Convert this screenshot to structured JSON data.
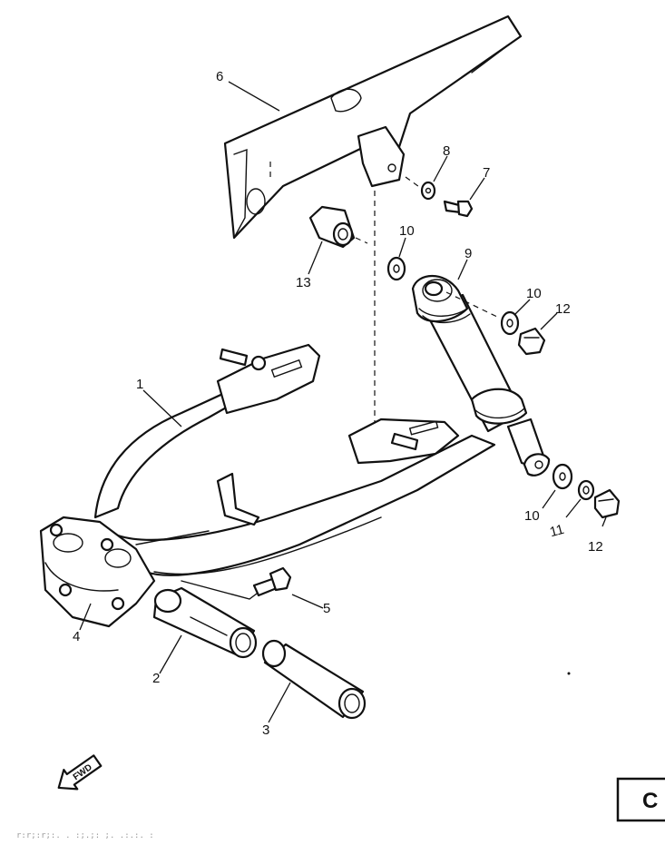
{
  "diagram": {
    "callouts": {
      "c1": "1",
      "c2": "2",
      "c3": "3",
      "c4": "4",
      "c5": "5",
      "c6": "6",
      "c7": "7",
      "c8": "8",
      "c9": "9",
      "c10a": "10",
      "c10b": "10",
      "c10c": "10",
      "c11": "11",
      "c12a": "12",
      "c12b": "12",
      "c13": "13"
    },
    "fwd_label": "FWD",
    "page_code": "C",
    "footer_text": "r:r;:r;:.  .  :;.;:  ;.  .:.:.  :"
  }
}
